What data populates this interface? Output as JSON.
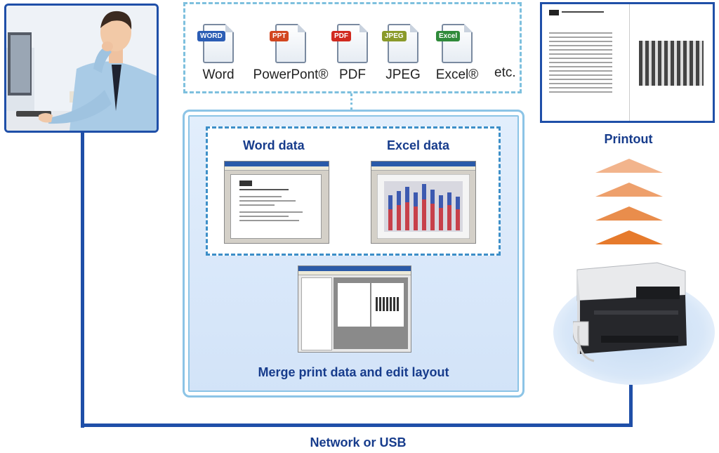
{
  "formats": {
    "items": [
      {
        "tag": "WORD",
        "label": "Word",
        "color": "#2b5db5"
      },
      {
        "tag": "PPT",
        "label": "PowerPont®",
        "color": "#d2461f"
      },
      {
        "tag": "PDF",
        "label": "PDF",
        "color": "#d12a1f"
      },
      {
        "tag": "JPEG",
        "label": "JPEG",
        "color": "#8a9a2a"
      },
      {
        "tag": "Excel",
        "label": "Excel®",
        "color": "#2f8a3a"
      }
    ],
    "etc": "etc."
  },
  "merge": {
    "word_caption": "Word data",
    "excel_caption": "Excel data",
    "merge_caption": "Merge print data and edit layout"
  },
  "printout_label": "Printout",
  "network_label": "Network or USB",
  "colors": {
    "accent": "#1f4fa8",
    "arrow": "#e8812e",
    "dash": "#7ec0de"
  }
}
